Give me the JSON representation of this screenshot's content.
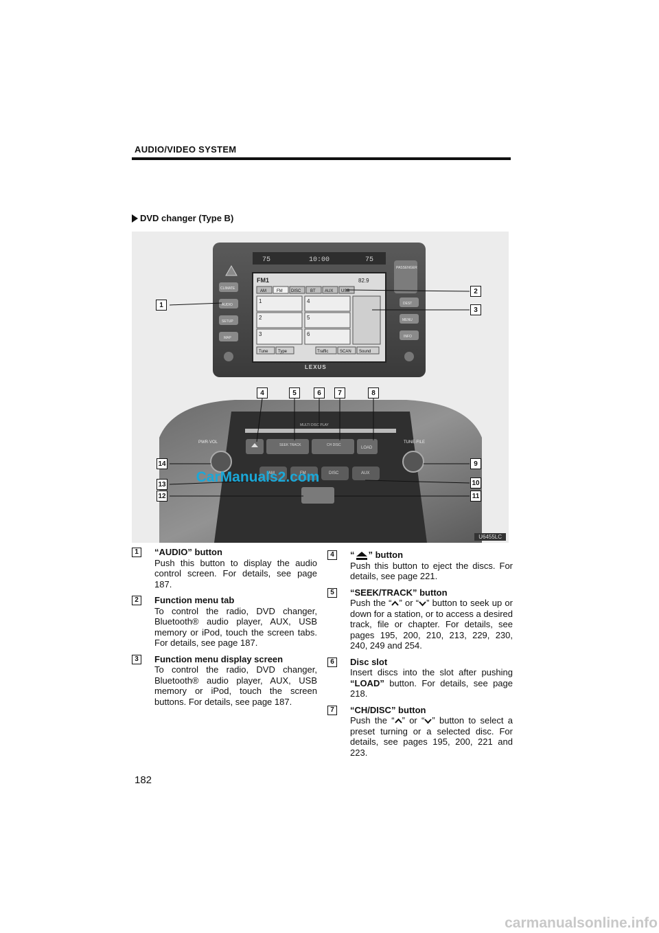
{
  "header": {
    "title": "AUDIO/VIDEO SYSTEM"
  },
  "section": {
    "title": "DVD changer (Type B)"
  },
  "figure": {
    "code": "U6455LC",
    "watermark": "CarManuals2.com",
    "panel_labels": {
      "climate": "CLIMATE",
      "audio": "AUDIO",
      "setup": "SETUP",
      "map": "MAP",
      "top_right": "PASSENGER",
      "dest": "DEST",
      "menu": "MENU",
      "info": "INFO",
      "band": "FM1",
      "station": "82.9",
      "tabs": [
        "AM",
        "FM",
        "DISC",
        "BT",
        "AUX",
        "USB"
      ],
      "presets": [
        "1",
        "2",
        "3",
        "4",
        "5",
        "6"
      ],
      "soft_keys": [
        "Tune",
        "Type",
        "Traffic",
        "SCAN",
        "Sound"
      ],
      "brand": "LEXUS",
      "seek_track": "SEEK TRACK",
      "ch_disc": "CH DISC",
      "load": "LOAD",
      "disc_slot": "MULTI DISC PLAY",
      "pwr_vol": "PWR·VOL",
      "tune_file": "TUNE·FILE",
      "source_buttons": [
        "AM",
        "FM",
        "DISC",
        "AUX"
      ]
    },
    "callouts": [
      "1",
      "2",
      "3",
      "4",
      "5",
      "6",
      "7",
      "8",
      "9",
      "10",
      "11",
      "12",
      "13",
      "14"
    ]
  },
  "left_items": [
    {
      "num": "1",
      "title": "“AUDIO” button",
      "body": "Push this button to display the audio control screen.  For details, see page 187."
    },
    {
      "num": "2",
      "title": "Function menu tab",
      "body": "To control the radio, DVD changer, Bluetooth® audio player, AUX, USB memory or iPod, touch the screen tabs.  For details, see page 187."
    },
    {
      "num": "3",
      "title": "Function menu display screen",
      "body": "To control the radio, DVD changer, Bluetooth® audio player, AUX, USB memory or iPod, touch the screen buttons.  For details, see page 187."
    }
  ],
  "right_items": [
    {
      "num": "4",
      "title_pre": "“",
      "title_post": "” button",
      "body": "Push this button to eject the discs. For details, see page 221."
    },
    {
      "num": "5",
      "title": "“SEEK/TRACK” button",
      "body_a": "Push the “",
      "body_b": "” or “",
      "body_c": "” button to seek up or down for a station, or to access a desired track, file or chapter.  For details, see pages 195, 200, 210, 213, 229, 230, 240, 249 and 254."
    },
    {
      "num": "6",
      "title": "Disc slot",
      "body_a": "Insert discs into the slot after pushing ",
      "body_bold": "“LOAD”",
      "body_b": " button.  For details, see page 218."
    },
    {
      "num": "7",
      "title": "“CH/DISC” button",
      "body_a": "Push the “",
      "body_b": "” or “",
      "body_c": "” button to select a preset turning or a selected disc. For details, see pages 195, 200, 221 and 223."
    }
  ],
  "page_number": "182",
  "footer_watermark": "carmanualsonline.info"
}
